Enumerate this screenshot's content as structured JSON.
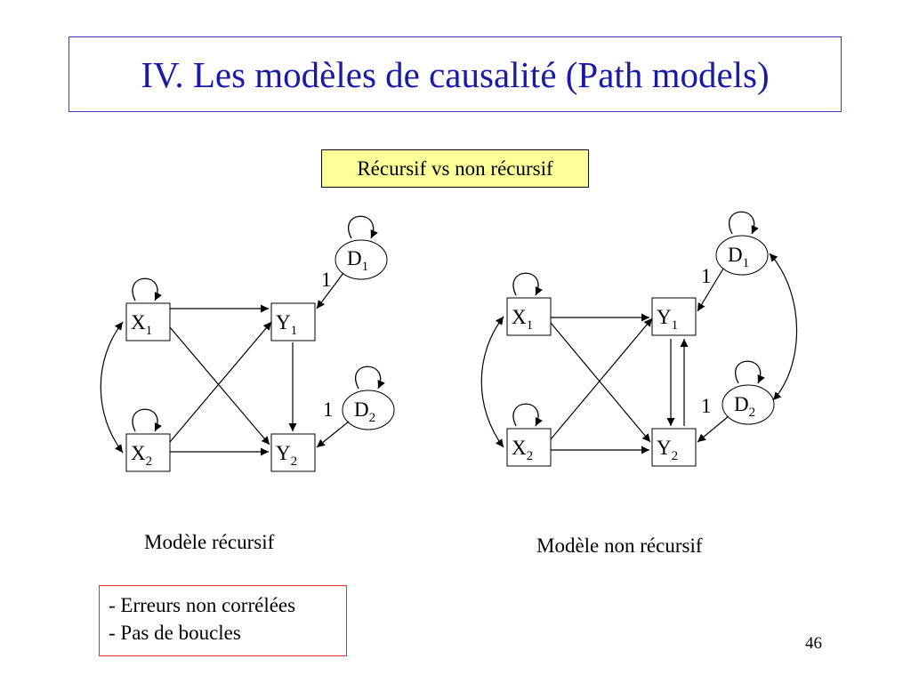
{
  "title": "IV.  Les modèles de causalité (Path models)",
  "subtitle": "Récursif  vs non récursif",
  "left_diagram": {
    "nodes": {
      "x1": {
        "base": "X",
        "sub": "1"
      },
      "x2": {
        "base": "X",
        "sub": "2"
      },
      "y1": {
        "base": "Y",
        "sub": "1"
      },
      "y2": {
        "base": "Y",
        "sub": "2"
      },
      "d1": {
        "base": "D",
        "sub": "1"
      },
      "d2": {
        "base": "D",
        "sub": "2"
      }
    },
    "path_labels": {
      "d1": "1",
      "d2": "1"
    },
    "caption": "Modèle récursif"
  },
  "right_diagram": {
    "nodes": {
      "x1": {
        "base": "X",
        "sub": "1"
      },
      "x2": {
        "base": "X",
        "sub": "2"
      },
      "y1": {
        "base": "Y",
        "sub": "1"
      },
      "y2": {
        "base": "Y",
        "sub": "2"
      },
      "d1": {
        "base": "D",
        "sub": "1"
      },
      "d2": {
        "base": "D",
        "sub": "2"
      }
    },
    "path_labels": {
      "d1": "1",
      "d2": "1"
    },
    "caption": "Modèle non récursif"
  },
  "notes": [
    "- Erreurs non corrélées",
    "- Pas de boucles"
  ],
  "page_number": "46"
}
